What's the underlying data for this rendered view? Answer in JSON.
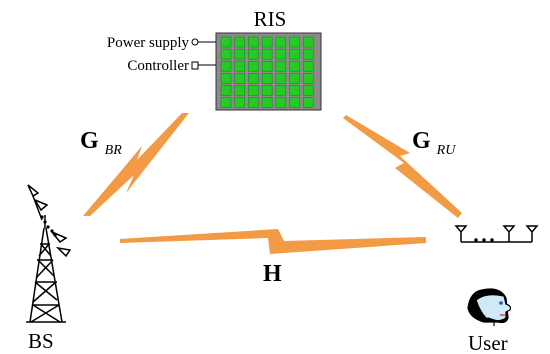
{
  "labels": {
    "ris": "RIS",
    "power_supply": "Power supply",
    "controller": "Controller",
    "bs": "BS",
    "user": "User"
  },
  "channels": {
    "g_br": {
      "symbol": "G",
      "subscript": "BR"
    },
    "g_ru": {
      "symbol": "G",
      "subscript": "RU"
    },
    "h": {
      "symbol": "H"
    }
  },
  "colors": {
    "ris_element": "#22cc22",
    "ris_panel": "#888888",
    "link": "#f39a45",
    "face": "#cfe9f7",
    "eye": "#2255cc",
    "lips": "#e04a3a"
  },
  "ris_grid": {
    "rows": 6,
    "cols": 7
  }
}
